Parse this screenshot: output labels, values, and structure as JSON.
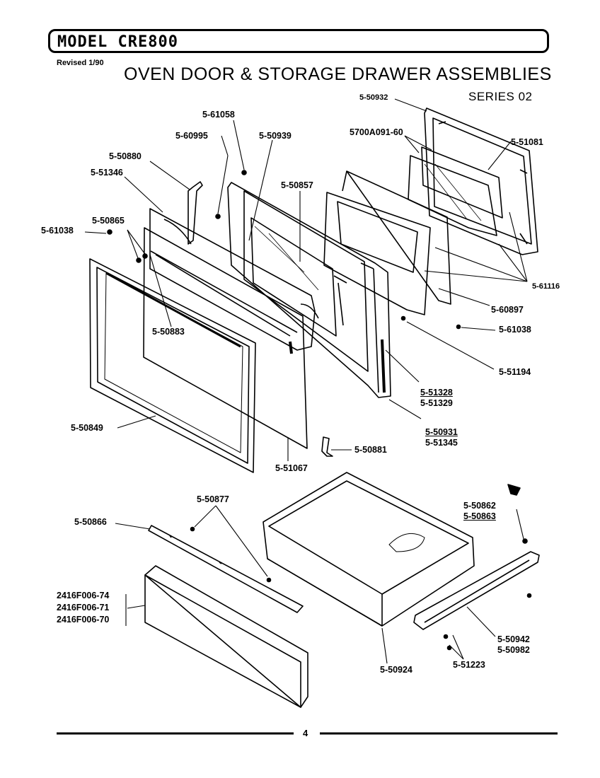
{
  "header": {
    "model": "MODEL CRE800",
    "revised": "Revised 1/90",
    "title": "OVEN DOOR & STORAGE DRAWER ASSEMBLIES",
    "series": "SERIES 02"
  },
  "labels": {
    "p50932": "5-50932",
    "p5700A091": "5700A091-60",
    "p51081": "5-51081",
    "p61058": "5-61058",
    "p60995": "5-60995",
    "p50939": "5-50939",
    "p50880": "5-50880",
    "p51346": "5-51346",
    "p50857": "5-50857",
    "p50865": "5-50865",
    "p61038a": "5-61038",
    "p61116": "5-61116",
    "p60897": "5-60897",
    "p50883": "5-50883",
    "p61038b": "5-61038",
    "p51194": "5-51194",
    "p51328": "5-51328",
    "p51329": "5-51329",
    "p50849": "5-50849",
    "p50931": "5-50931",
    "p51345": "5-51345",
    "p50881": "5-50881",
    "p51067": "5-51067",
    "p50877": "5-50877",
    "p50866": "5-50866",
    "p50862": "5-50862",
    "p50863": "5-50863",
    "p2416_74": "2416F006-74",
    "p2416_71": "2416F006-71",
    "p2416_70": "2416F006-70",
    "p50942": "5-50942",
    "p50982": "5-50982",
    "p50924": "5-50924",
    "p51223": "5-51223"
  },
  "footer": {
    "page": "4"
  }
}
